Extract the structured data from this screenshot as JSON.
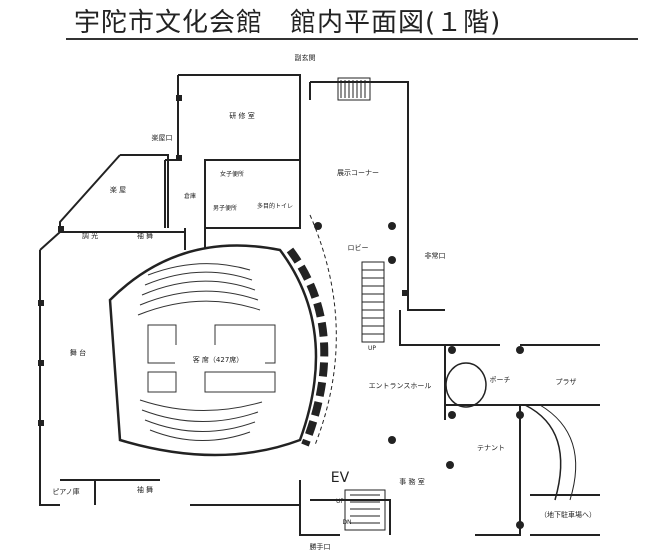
{
  "title": "宇陀市文化会館　館内平面図(１階)",
  "rooms": {
    "side_entrance": "副玄関",
    "training_room": "研 修 室",
    "back_entrance": "楽屋口",
    "dressing_room": "楽 屋",
    "storage": "倉庫",
    "womens_toilet": "女子便所",
    "mens_toilet": "男子便所",
    "multipurpose_toilet": "多目的トイレ",
    "exhibition_corner": "展示コーナー",
    "lobby": "ロビー",
    "emergency_exit": "非常口",
    "control_room": "調 光",
    "prop_room_top": "袖 舞",
    "stage": "舞 台",
    "seats": "客 席（427席）",
    "up_stair_label": "UP",
    "entrance_hall": "エントランスホール",
    "porch": "ポーチ",
    "plaza": "プラザ",
    "tenant": "テナント",
    "piano_room": "ピアノ庫",
    "prop_room_bottom": "袖 舞",
    "office": "事 務 室",
    "ev": "EV",
    "ev_up": "UP",
    "ev_dn": "DN",
    "to_parking": "（地下駐車場へ）",
    "service_entrance": "勝手口"
  }
}
